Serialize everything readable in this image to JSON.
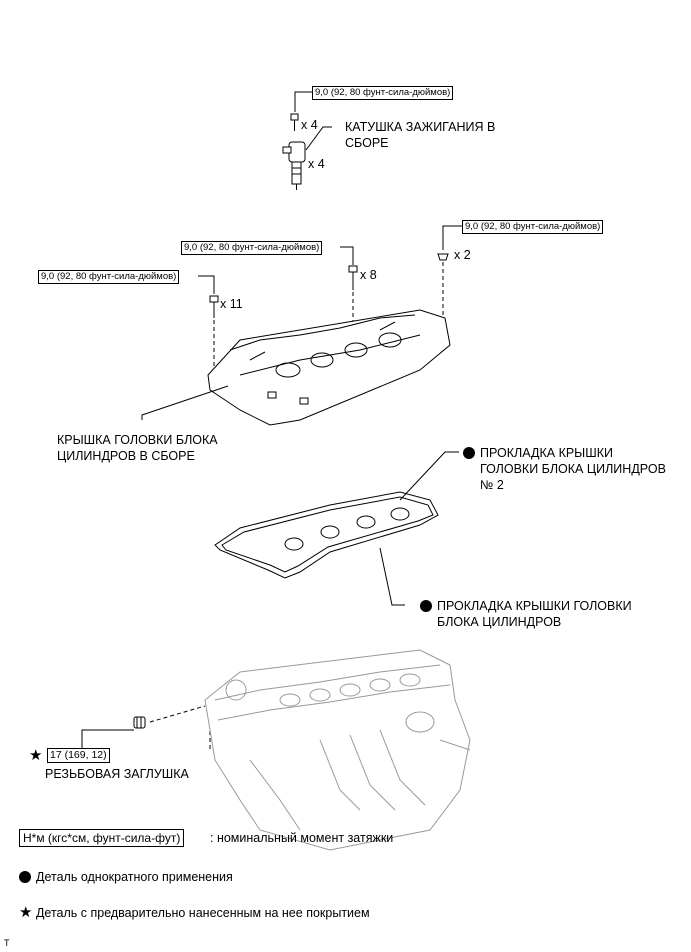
{
  "torque": {
    "coil_bolt": "9,0 (92, 80 фунт-сила-дюймов)",
    "cover_bolt_8": "9,0 (92, 80 фунт-сила-дюймов)",
    "cover_bolt_11": "9,0 (92, 80 фунт-сила-дюймов)",
    "cover_nut_2": "9,0 (92, 80 фунт-сила-дюймов)",
    "plug": "17 (169, 12)"
  },
  "quantities": {
    "coil_bolt": "x 4",
    "coil": "x 4",
    "cover_bolt_8": "x 8",
    "cover_bolt_11": "x 11",
    "cover_nut_2": "x 2"
  },
  "parts": {
    "ignition_coil_line1": "КАТУШКА ЗАЖИГАНИЯ В",
    "ignition_coil_line2": "СБОРЕ",
    "head_cover_line1": "КРЫШКА ГОЛОВКИ БЛОКА",
    "head_cover_line2": "ЦИЛИНДРОВ В СБОРЕ",
    "gasket2_line1": "ПРОКЛАДКА КРЫШКИ",
    "gasket2_line2": "ГОЛОВКИ БЛОКА ЦИЛИНДРОВ",
    "gasket2_line3": "№ 2",
    "gasket_line1": "ПРОКЛАДКА КРЫШКИ ГОЛОВКИ",
    "gasket_line2": "БЛОКА ЦИЛИНДРОВ",
    "plug": "РЕЗЬБОВАЯ ЗАГЛУШКА"
  },
  "legend": {
    "torque_unit": "Н*м (кгс*см, фунт-сила-фут)",
    "torque_desc": ": номинальный момент затяжки",
    "non_reusable": "Деталь однократного применения",
    "precoated": "Деталь с предварительно нанесенным на нее покрытием"
  },
  "corner_mark": "T"
}
